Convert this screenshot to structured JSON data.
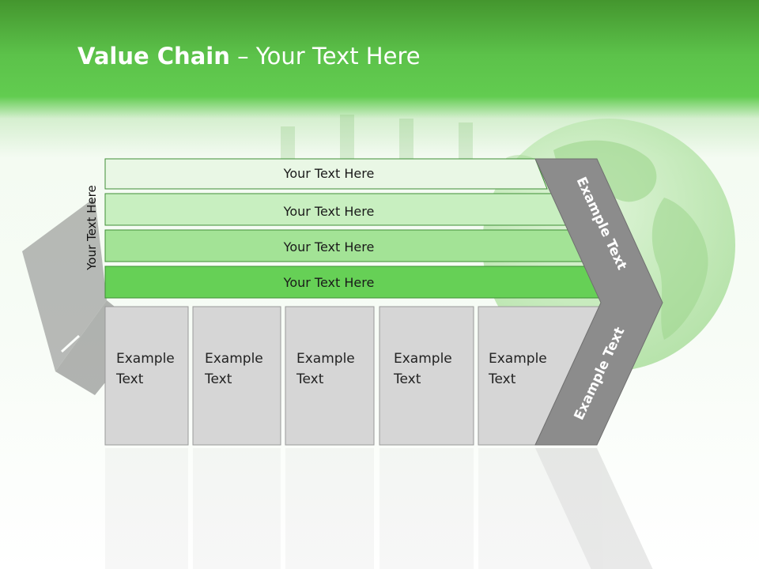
{
  "slide": {
    "title_bold": "Value Chain",
    "title_rest": " – Your Text Here",
    "side_label": "Your Text Here"
  },
  "bars": [
    {
      "label": "Your Text Here",
      "fill": "#e9f7e5"
    },
    {
      "label": "Your Text Here",
      "fill": "#c8efc0"
    },
    {
      "label": "Your Text Here",
      "fill": "#a3e396"
    },
    {
      "label": "Your Text Here",
      "fill": "#66d056"
    }
  ],
  "columns": [
    {
      "line1": "Example",
      "line2": "Text"
    },
    {
      "line1": "Example",
      "line2": "Text"
    },
    {
      "line1": "Example",
      "line2": "Text"
    },
    {
      "line1": "Example",
      "line2": "Text"
    },
    {
      "line1": "Example",
      "line2": "Text"
    }
  ],
  "chevron": {
    "upper_label": "Example Text",
    "lower_label": "Example Text",
    "fill": "#8c8c8c"
  },
  "colors": {
    "header_green": "#5cc24a",
    "cell_fill": "#d6d6d6",
    "bar_stroke": "#3f8f36"
  }
}
